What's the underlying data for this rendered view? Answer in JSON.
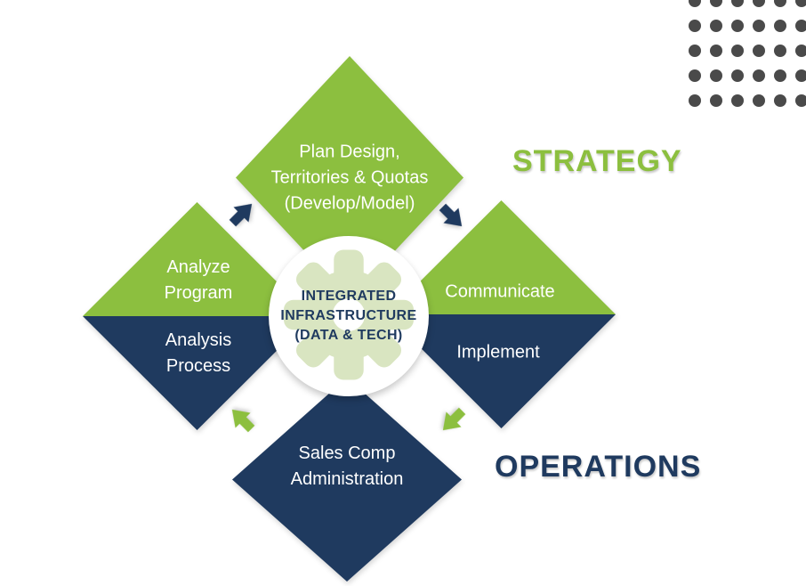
{
  "colors": {
    "green": "#8CBF3F",
    "navy": "#1F3A5F",
    "gear_green": "#D9E5C1",
    "dot_gray": "#4A4A4A",
    "white": "#FFFFFF"
  },
  "headings": {
    "strategy": "STRATEGY",
    "operations": "OPERATIONS"
  },
  "center_hub": {
    "icon": "gear-icon",
    "lines": [
      "INTEGRATED",
      "INFRASTRUCTURE",
      "(DATA & TECH)"
    ]
  },
  "nodes": {
    "plan_design": {
      "color": "green",
      "lines": [
        "Plan Design,",
        "Territories & Quotas",
        "(Develop/Model)"
      ]
    },
    "analyze_program": {
      "color": "green",
      "lines": [
        "Analyze",
        "Program"
      ]
    },
    "analysis_process": {
      "color": "navy",
      "lines": [
        "Analysis",
        "Process"
      ]
    },
    "communicate": {
      "color": "green",
      "lines": [
        "Communicate"
      ]
    },
    "implement": {
      "color": "navy",
      "lines": [
        "Implement"
      ]
    },
    "sales_comp_admin": {
      "color": "navy",
      "lines": [
        "Sales Comp",
        "Administration"
      ]
    }
  },
  "arrows": [
    {
      "name": "arrow-left-to-top",
      "color": "navy",
      "direction": "up-right"
    },
    {
      "name": "arrow-top-to-right",
      "color": "navy",
      "direction": "down-right"
    },
    {
      "name": "arrow-right-to-bottom",
      "color": "green",
      "direction": "down-left"
    },
    {
      "name": "arrow-bottom-to-left",
      "color": "green",
      "direction": "up-left"
    }
  ],
  "decor": {
    "dots": {
      "rows": 5,
      "cols": 6,
      "color": "#4A4A4A"
    }
  }
}
